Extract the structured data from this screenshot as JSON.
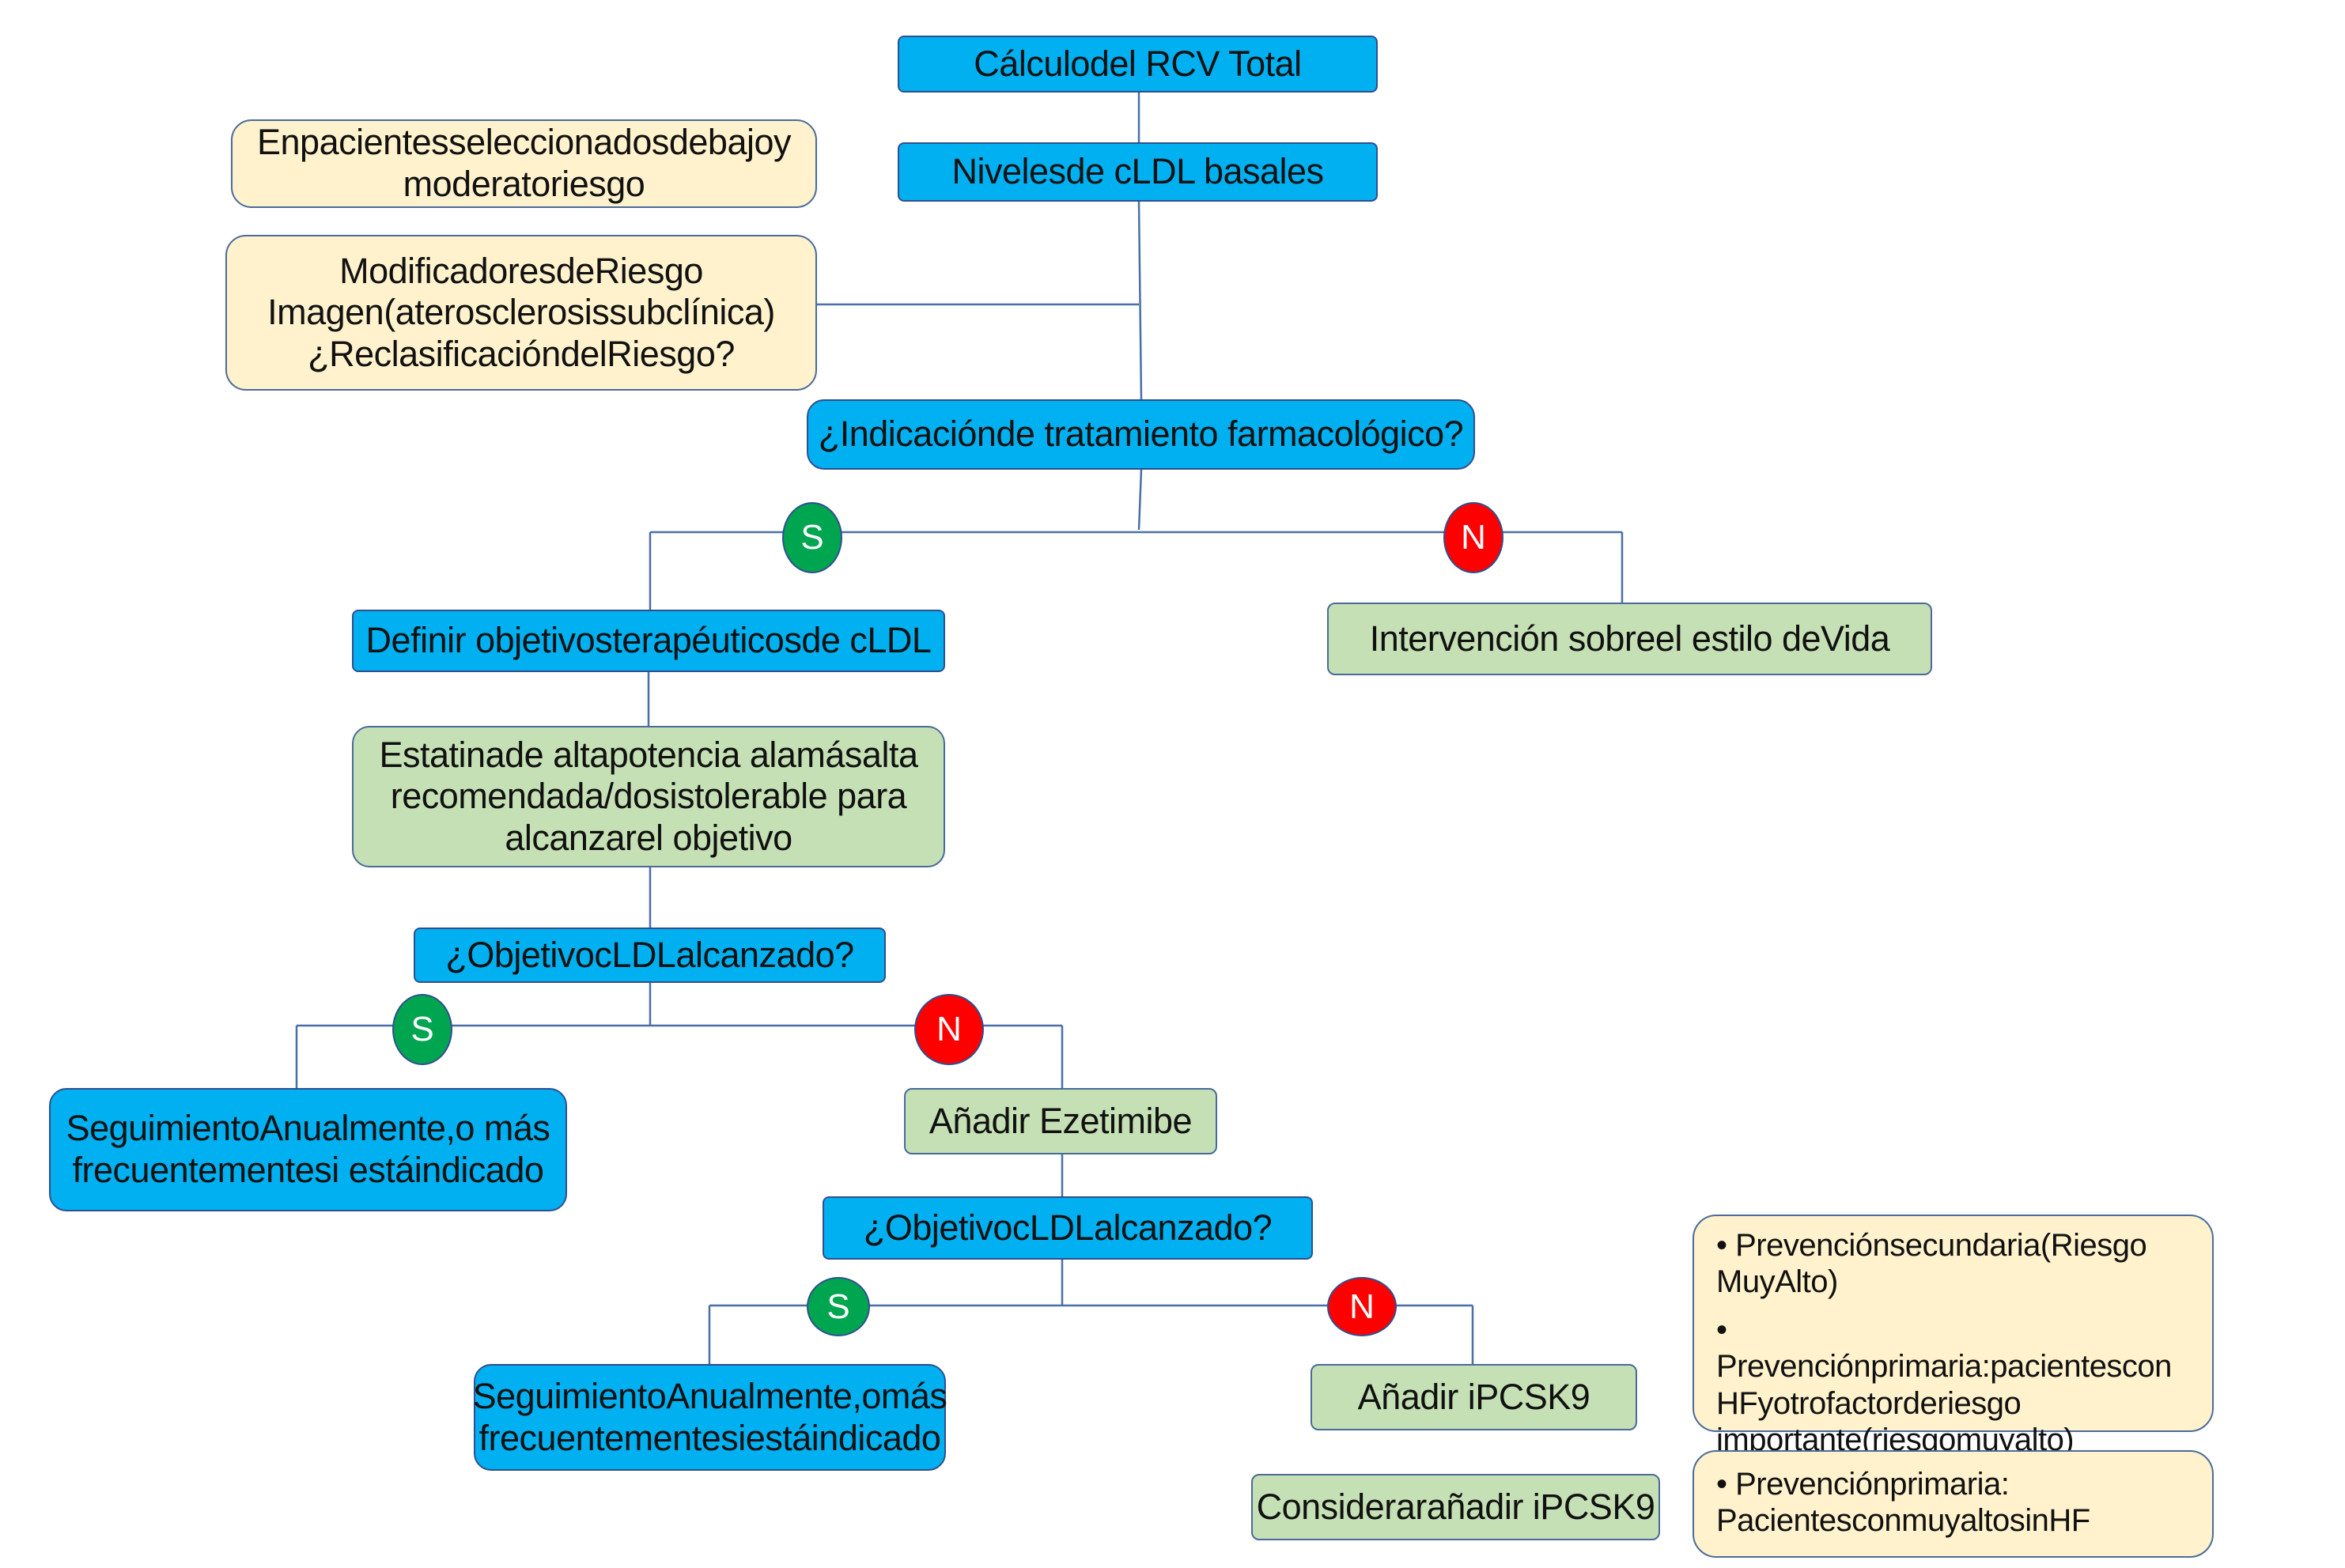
{
  "flowchart": {
    "start": "Cálculodel RCV Total",
    "baseline": "Nivelesde cLDL basales",
    "selected_note": [
      "Enpacientesseleccionadosdebajoy",
      "moderatoriesgo"
    ],
    "modifiers": [
      "ModificadoresdeRiesgo",
      "Imagen(aterosclerosissubclínica)",
      "¿ReclasificacióndelRiesgo?"
    ],
    "indication": "¿Indicaciónde tratamiento farmacológico?",
    "yes_label": "S",
    "no_label": "N",
    "define_goals": "Definir objetivosterapéuticosde cLDL",
    "lifestyle": "Intervención sobreel estilo deVida",
    "statin": [
      "Estatinade altapotencia alamásalta",
      "recomendada/dosistolerable para",
      "alcanzarel objetivo"
    ],
    "goal_question_1": "¿ObjetivocLDLalcanzado?",
    "followup_1": [
      "SeguimientoAnualmente,o más",
      "frecuentementesi estáindicado"
    ],
    "add_ezetimibe": "Añadir Ezetimibe",
    "goal_question_2": "¿ObjetivocLDLalcanzado?",
    "followup_2": [
      "SeguimientoAnualmente,omás",
      "frecuentementesiestáindicado"
    ],
    "add_ipcsk9": "Añadir iPCSK9",
    "consider_ipcsk9": "Considerarañadir iPCSK9"
  },
  "legend": {
    "add_box": [
      [
        "• Prevenciónsecundaria(Riesgo",
        "MuyAlto)"
      ],
      [
        "• Prevenciónprimaria:pacientescon",
        "HFyotrofactorderiesgo",
        "importante(riesgomuyalto)"
      ]
    ],
    "consider_box": [
      [
        "• Prevenciónprimaria:",
        "PacientesconmuyaltosinHF"
      ]
    ]
  },
  "colors": {
    "blue_box": "#00B0F0",
    "green_box": "#C5E0B4",
    "cream_box": "#FFF2CC",
    "yes_circle": "#00A550",
    "no_circle": "#FF0000",
    "connector": "#4A6FA5"
  }
}
